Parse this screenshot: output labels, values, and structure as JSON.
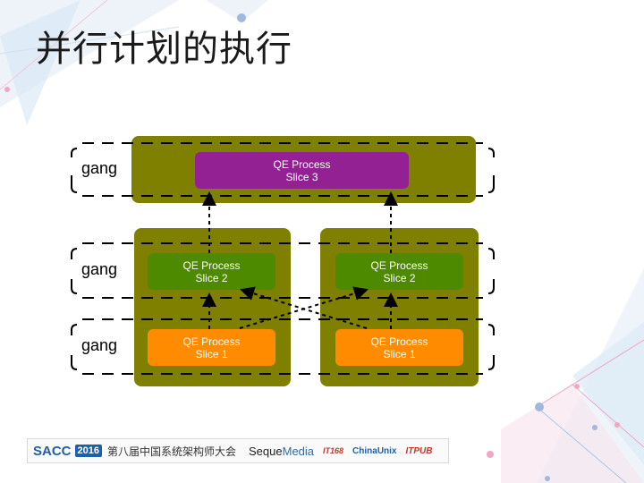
{
  "title": "并行计划的执行",
  "gang_label": "gang",
  "slices": {
    "slice3": {
      "line1": "QE Process",
      "line2": "Slice 3"
    },
    "slice2_left": {
      "line1": "QE Process",
      "line2": "Slice 2"
    },
    "slice2_right": {
      "line1": "QE Process",
      "line2": "Slice 2"
    },
    "slice1_left": {
      "line1": "QE Process",
      "line2": "Slice 1"
    },
    "slice1_right": {
      "line1": "QE Process",
      "line2": "Slice 1"
    }
  },
  "footer": {
    "sacc": "SACC",
    "year": "2016",
    "conference": "第八届中国系统架构师大会",
    "sequemedia_a": "Seque",
    "sequemedia_b": "Media",
    "it168": "IT168",
    "chinaunix": "ChinaUnix",
    "itpub": "ITPUB"
  },
  "colors": {
    "host": "#808000",
    "slice3": "#942193",
    "slice2": "#4e8a00",
    "slice1": "#ff8c00"
  }
}
